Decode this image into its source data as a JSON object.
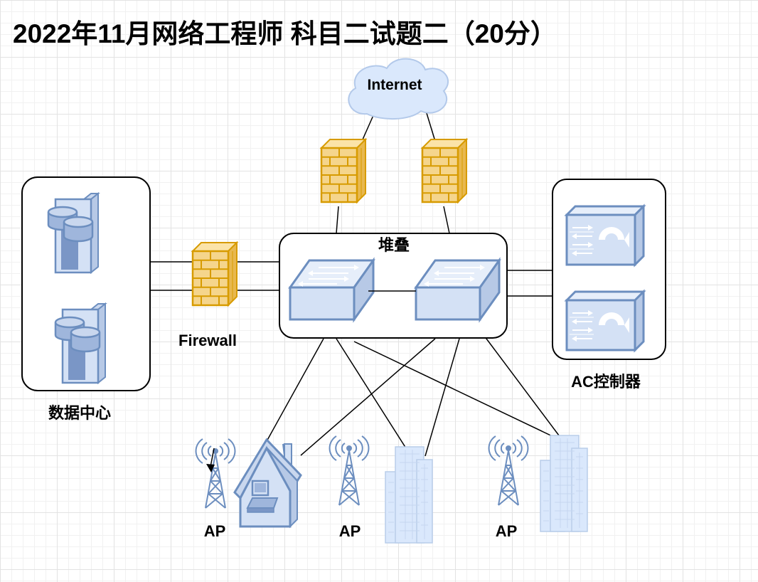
{
  "title": "2022年11月网络工程师 科目二试题二（20分）",
  "labels": {
    "internet": "Internet",
    "stack": "堆叠",
    "firewall": "Firewall",
    "datacenter": "数据中心",
    "ac_controller": "AC控制器",
    "ap": "AP"
  },
  "colors": {
    "device_fill": "#d4e1f5",
    "device_stroke": "#6c8ebf",
    "firewall_fill": "#f5d58c",
    "firewall_stroke": "#d79b00",
    "cloud_fill": "#dae8fc"
  }
}
